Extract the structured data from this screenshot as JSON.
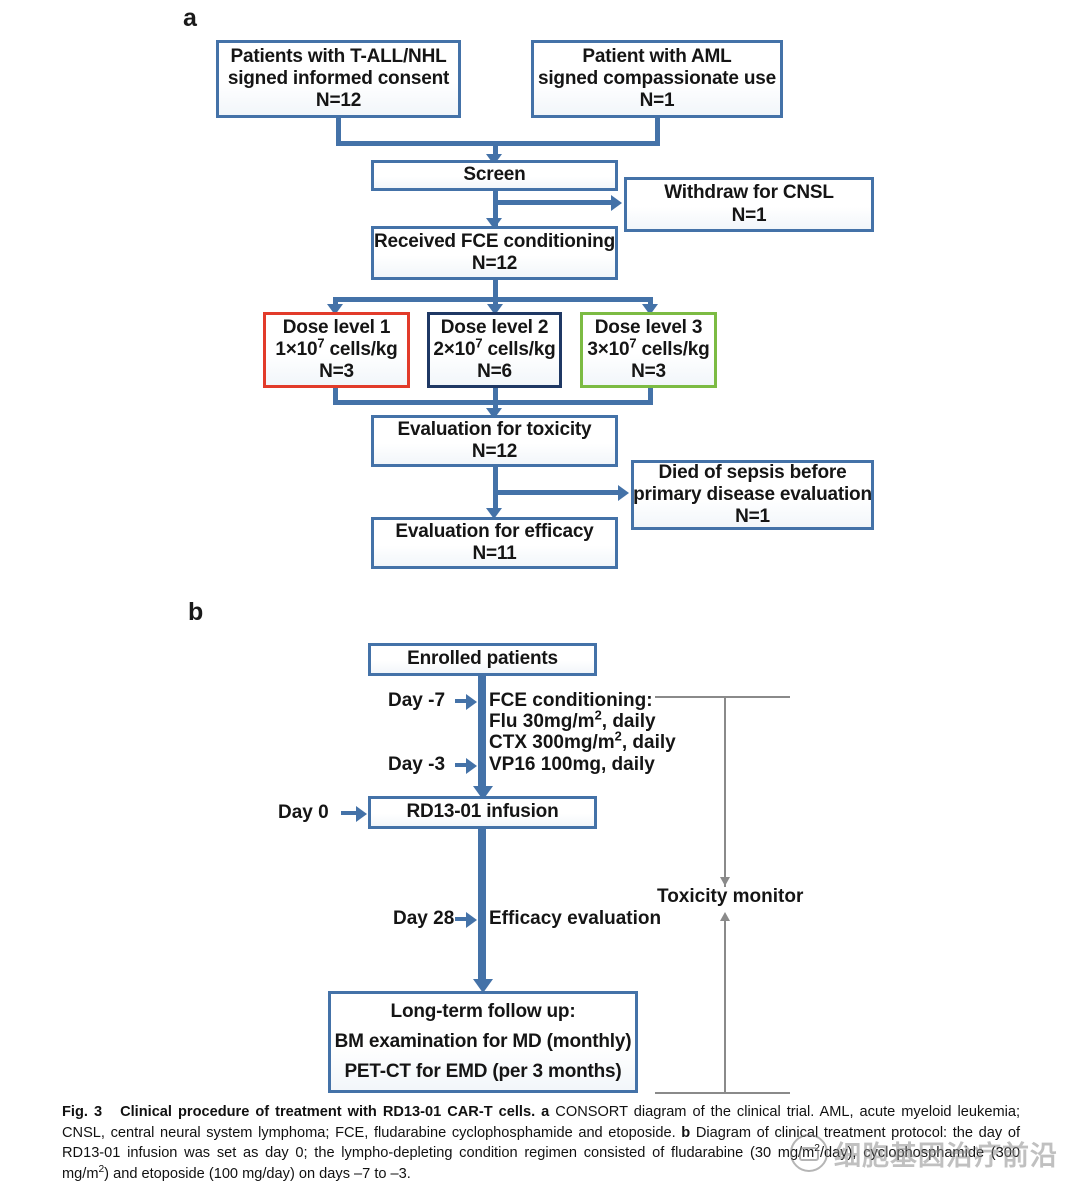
{
  "figure": {
    "panel_a_letter": "a",
    "panel_b_letter": "b"
  },
  "panel_a": {
    "boxes": [
      {
        "id": "tall-nhl-consent",
        "lines": [
          "Patients with T-ALL/NHL",
          "signed informed consent",
          "N=12"
        ],
        "border_color": "#4472a8"
      },
      {
        "id": "aml-compassionate",
        "lines": [
          "Patient with AML",
          "signed compassionate use",
          "N=1"
        ],
        "border_color": "#4472a8"
      },
      {
        "id": "screen",
        "lines": [
          "Screen"
        ],
        "border_color": "#4472a8"
      },
      {
        "id": "withdraw-cnsl",
        "lines": [
          "Withdraw for CNSL",
          "N=1"
        ],
        "border_color": "#4472a8"
      },
      {
        "id": "received-fce",
        "lines": [
          "Received FCE conditioning",
          "N=12"
        ],
        "border_color": "#4472a8"
      },
      {
        "id": "dose-level-1",
        "lines": [
          "Dose level 1",
          "1×10⁷ cells/kg",
          "N=3"
        ],
        "border_color": "#e23b2a"
      },
      {
        "id": "dose-level-2",
        "lines": [
          "Dose level 2",
          "2×10⁷ cells/kg",
          "N=6"
        ],
        "border_color": "#1f3864"
      },
      {
        "id": "dose-level-3",
        "lines": [
          "Dose level 3",
          "3×10⁷ cells/kg",
          "N=3"
        ],
        "border_color": "#7cbb43"
      },
      {
        "id": "eval-toxicity",
        "lines": [
          "Evaluation for toxicity",
          "N=12"
        ],
        "border_color": "#4472a8"
      },
      {
        "id": "died-sepsis",
        "lines": [
          "Died of sepsis before",
          "primary disease evaluation",
          "N=1"
        ],
        "border_color": "#4472a8"
      },
      {
        "id": "eval-efficacy",
        "lines": [
          "Evaluation for efficacy",
          "N=11"
        ],
        "border_color": "#4472a8"
      }
    ],
    "dose_level_1": {
      "title": "Dose level 1",
      "dose_base": "1×10",
      "dose_exp": "7",
      "dose_unit": " cells/kg",
      "n": "N=3"
    },
    "dose_level_2": {
      "title": "Dose level 2",
      "dose_base": "2×10",
      "dose_exp": "7",
      "dose_unit": " cells/kg",
      "n": "N=6"
    },
    "dose_level_3": {
      "title": "Dose level 3",
      "dose_base": "3×10",
      "dose_exp": "7",
      "dose_unit": " cells/kg",
      "n": "N=3"
    },
    "tall_nhl": {
      "l1": "Patients with T-ALL/NHL",
      "l2": "signed informed consent",
      "l3": "N=12"
    },
    "aml": {
      "l1": "Patient with AML",
      "l2": "signed compassionate use",
      "l3": "N=1"
    },
    "screen": {
      "l1": "Screen"
    },
    "withdraw": {
      "l1": "Withdraw for CNSL",
      "l2": "N=1"
    },
    "fce": {
      "l1": "Received FCE conditioning",
      "l2": "N=12"
    },
    "toxicity": {
      "l1": "Evaluation for toxicity",
      "l2": "N=12"
    },
    "sepsis": {
      "l1": "Died of sepsis before",
      "l2": "primary disease evaluation",
      "l3": "N=1"
    },
    "efficacy": {
      "l1": "Evaluation for efficacy",
      "l2": "N=11"
    }
  },
  "panel_b": {
    "enrolled": {
      "label": "Enrolled patients"
    },
    "infusion": {
      "label": "RD13-01 infusion"
    },
    "followup": {
      "l1": "Long-term follow up:",
      "l2": "BM examination for MD (monthly)",
      "l3": "PET-CT for EMD (per 3 months)"
    },
    "day_labels": {
      "day_minus_7": "Day -7",
      "day_minus_3": "Day -3",
      "day_0": "Day 0",
      "day_28": "Day 28"
    },
    "regimen": {
      "heading": "FCE conditioning:",
      "flu_pre": "Flu 30mg/m",
      "flu_exp": "2",
      "flu_post": ", daily",
      "ctx_pre": "CTX 300mg/m",
      "ctx_exp": "2",
      "ctx_post": ", daily",
      "vp16": "VP16 100mg, daily"
    },
    "efficacy_eval": "Efficacy evaluation",
    "toxicity_monitor": "Toxicity monitor"
  },
  "caption": {
    "fig_number": "Fig. 3",
    "title": "Clinical procedure of treatment with RD13-01 CAR-T cells.",
    "a_marker": "a",
    "a_text": "CONSORT diagram of the clinical trial. AML, acute myeloid leukemia; CNSL, central neural system lymphoma; FCE, fludarabine cyclophosphamide and etoposide.",
    "b_marker": "b",
    "b_text_part1": "Diagram of clinical treatment protocol: the day of RD13-01 infusion was set as day 0; the lympho-depleting condition regimen consisted of fludarabine (30 mg/m",
    "b_exp1": "2",
    "b_text_part2": "/day), cyclophosphamide (300 mg/m",
    "b_exp2": "2",
    "b_text_part3": ") and etoposide (100 mg/day) on days –7 to –3."
  },
  "watermark": {
    "text": "细胞基因治疗前沿"
  },
  "colors": {
    "blue_border": "#4472a8",
    "red_border": "#e23b2a",
    "navy_border": "#1f3864",
    "green_border": "#7cbb43",
    "gray_line": "#8a8a8a"
  }
}
